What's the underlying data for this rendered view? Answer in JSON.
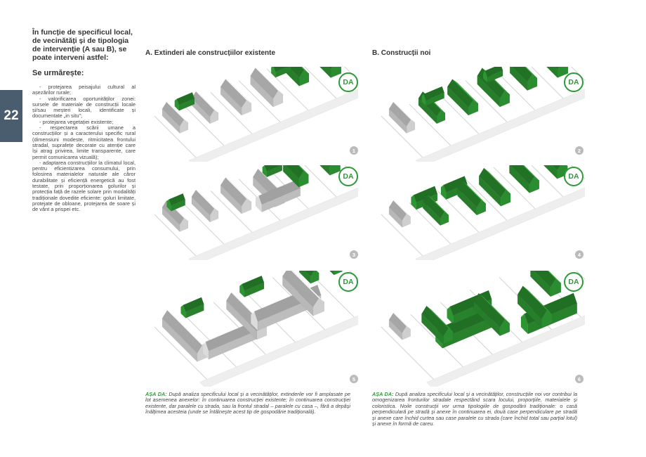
{
  "page": {
    "number": "22"
  },
  "intro": {
    "title": "În funcție de specificul local, de vecinătăți și de tipologia de intervenție (A sau B), se poate interveni astfel:",
    "subtitle": "Se urmărește:",
    "paragraphs": [
      "- protejarea peisajului cultural al așezărilor rurale;",
      "- valorificarea oportunităților zonei: sursele de materiale de construcții locale și/sau meșteri locali, identificate și documentate „in situ”;",
      "- protejarea vegetației existente;",
      "- respectarea scării umane a construcțiilor și a caracterului specific rural (dimensiuni modeste, ritmicitatea frontului stradal, suprafețe decorate cu atenție care își atrag privirea, limite transparente, care permit comunicarea vizuală);",
      "- adaptarea construcțiilor la climatul local, pentru eficientizarea consumului, prin folosirea materialelor naturale ale căror durabilitate și eficiență energetică au fost testate, prin proporționarea golurilor și protecția față de razele solare prin modalități tradiționale dovedite eficiente: goluri limitate, protejate de obloane, protejarea de soare și de vânt a prispei etc."
    ]
  },
  "columns": {
    "a_title": "A. Extinderi ale construcțiilor existente",
    "b_title": "B. Construcții noi"
  },
  "badge": "DA",
  "panels": [
    {
      "number": "1"
    },
    {
      "number": "2"
    },
    {
      "number": "3"
    },
    {
      "number": "4"
    },
    {
      "number": "5"
    },
    {
      "number": "6"
    }
  ],
  "captions": {
    "a_lead": "AȘA DA:",
    "a_text": " După analiza specificului local și a vecinătăților, extinderile vor fi amplasate pe lot asemenea anexelor: în continuarea construcției existente; în continuarea construcției existente, dar paralele cu strada, sau la frontul stradal – paralele cu casa –, fără a depăși înălțimea acesteia (unde se întâlnește acest tip de gospodărie tradițională).",
    "b_lead": "AȘA DA:",
    "b_text": " După analiza specificului local și a vecinătăților, construcțiile noi vor contribui la omogenizarea fronturilor stradale respectând scara locului, proporțiile, materialele și coloristica. Noile construcții vor urma tipologiile de gospodării tradiționale: o casă perpendiculară pe stradă și anexe în continuarea ei, două case perpendiculare pe stradă și anexe care închid curtea sau case paralele cu strada (care închid total sau parțial lotul) și anexe în formă de careu."
  },
  "colors": {
    "accent": "#2e9a3a",
    "tab": "#4a5d6e",
    "house_green": "#2f9e35",
    "house_white": "#e6e6e6"
  }
}
